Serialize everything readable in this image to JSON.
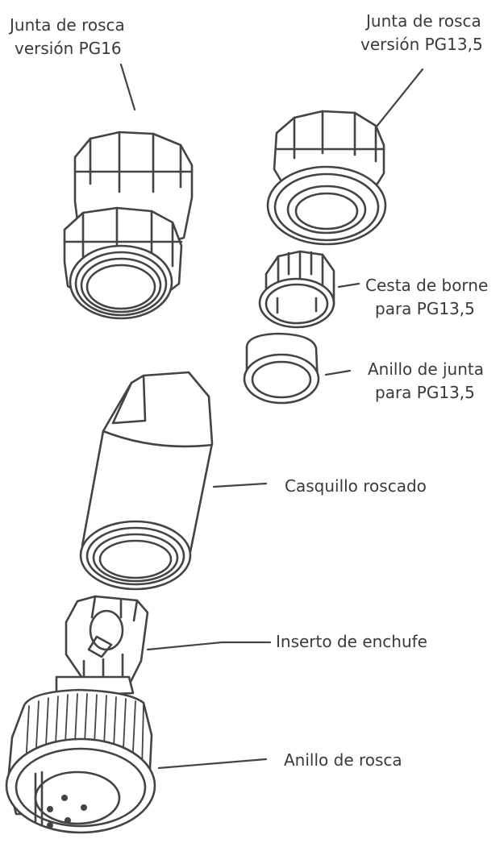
{
  "labels": {
    "pg16_line1": "Junta de rosca",
    "pg16_line2": "versión PG16",
    "pg135_line1": "Junta de rosca",
    "pg135_line2": "versión PG13,5",
    "basket_line1": "Cesta de borne",
    "basket_line2": "para PG13,5",
    "sealring_line1": "Anillo de junta",
    "sealring_line2": "para PG13,5",
    "sleeve": "Casquillo roscado",
    "insert": "Inserto de enchufe",
    "threadring": "Anillo de rosca"
  },
  "colors": {
    "line": "#444444",
    "text": "#3a3a3a",
    "background": "#ffffff"
  }
}
